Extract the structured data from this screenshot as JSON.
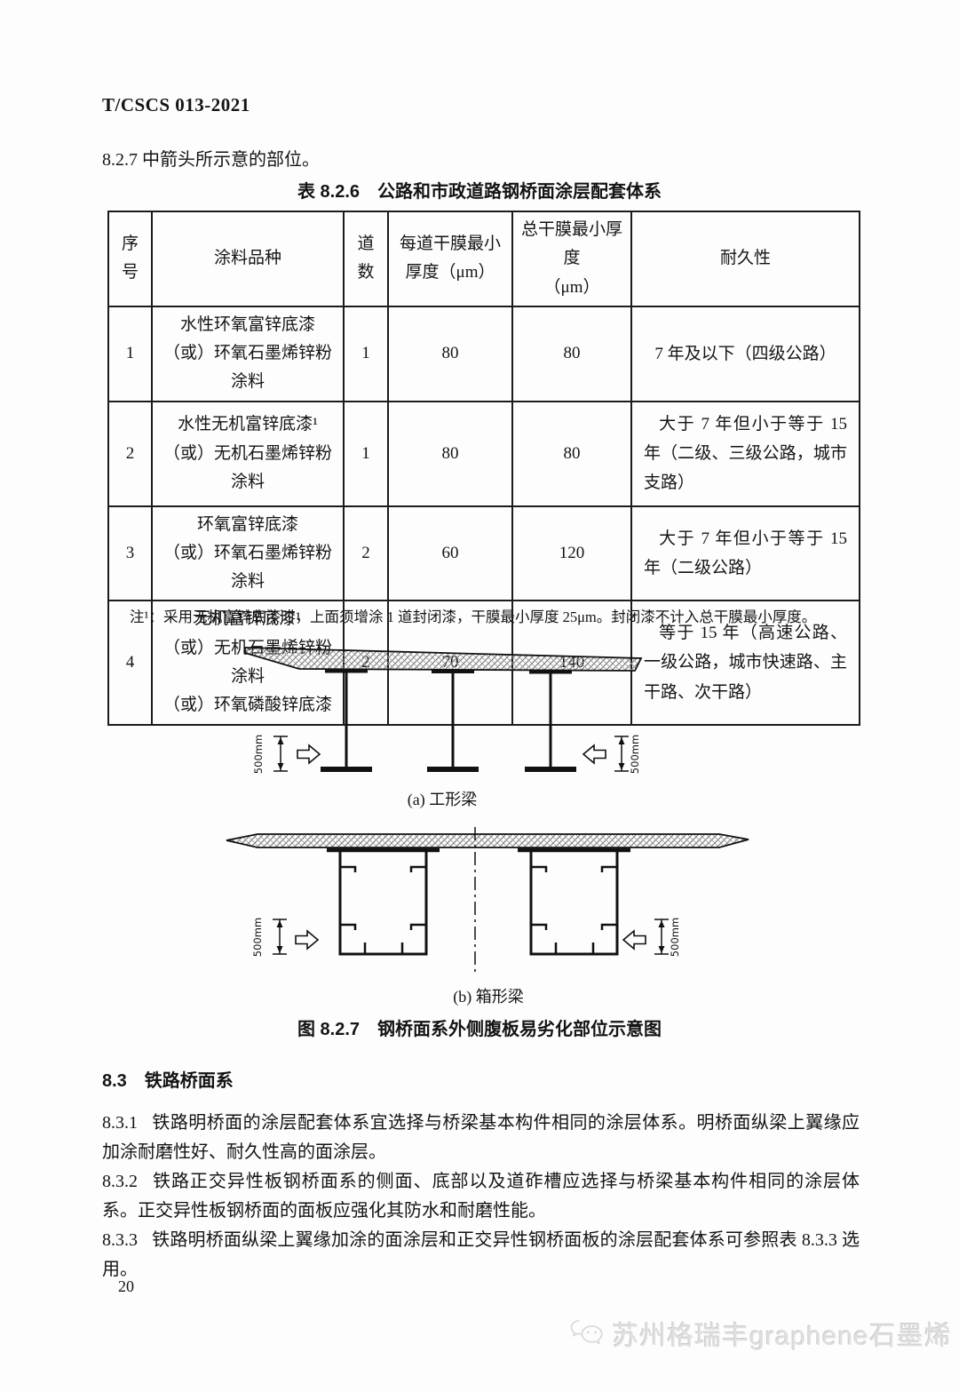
{
  "page": {
    "doc_code": "T/CSCS 013-2021",
    "intro": "8.2.7 中箭头所示意的部位。",
    "page_number": "20"
  },
  "table": {
    "title": "表 8.2.6　公路和市政道路钢桥面涂层配套体系",
    "headers": [
      "序号",
      "涂料品种",
      "道数",
      "每道干膜最小\n厚度（μm）",
      "总干膜最小厚度\n（μm）",
      "耐久性"
    ],
    "rows": [
      {
        "no": "1",
        "coating": "水性环氧富锌底漆\n（或）环氧石墨烯锌粉涂料",
        "passes": "1",
        "per_coat_min": "80",
        "total_min": "80",
        "durability": "7 年及以下（四级公路）"
      },
      {
        "no": "2",
        "coating": "水性无机富锌底漆¹\n（或）无机石墨烯锌粉涂料",
        "passes": "1",
        "per_coat_min": "80",
        "total_min": "80",
        "durability": "大于 7 年但小于等于 15 年（二级、三级公路，城市支路）"
      },
      {
        "no": "3",
        "coating": "环氧富锌底漆\n（或）环氧石墨烯锌粉涂料",
        "passes": "2",
        "per_coat_min": "60",
        "total_min": "120",
        "durability": "大于 7 年但小于等于 15 年（二级公路）"
      },
      {
        "no": "4",
        "coating": "无机富锌底漆¹\n（或）无机石墨烯锌粉涂料\n（或）环氧磷酸锌底漆",
        "passes": "2",
        "per_coat_min": "70",
        "total_min": "140",
        "durability": "等于 15 年（高速公路、一级公路，城市快速路、主干路、次干路）"
      }
    ],
    "note": "注¹：采用无机富锌底漆时，上面须增涂 1 道封闭漆，干膜最小厚度 25μm。封闭漆不计入总干膜最小厚度。"
  },
  "figure": {
    "dim_label": "500mm",
    "caption_a": "(a) 工形梁",
    "caption_b": "(b) 箱形梁",
    "caption": "图 8.2.7　钢桥面系外侧腹板易劣化部位示意图"
  },
  "sections": {
    "heading": "8.3　铁路桥面系",
    "clauses": [
      {
        "no": "8.3.1",
        "text": "铁路明桥面的涂层配套体系宜选择与桥梁基本构件相同的涂层体系。明桥面纵梁上翼缘应加涂耐磨性好、耐久性高的面涂层。"
      },
      {
        "no": "8.3.2",
        "text": "铁路正交异性板钢桥面系的侧面、底部以及道砟槽应选择与桥梁基本构件相同的涂层体系。正交异性板钢桥面的面板应强化其防水和耐磨性能。"
      },
      {
        "no": "8.3.3",
        "text": "铁路明桥面纵梁上翼缘加涂的面涂层和正交异性钢桥面板的涂层配套体系可参照表 8.3.3 选用。"
      }
    ]
  },
  "watermark": {
    "text": "苏州格瑞丰graphene石墨烯"
  }
}
